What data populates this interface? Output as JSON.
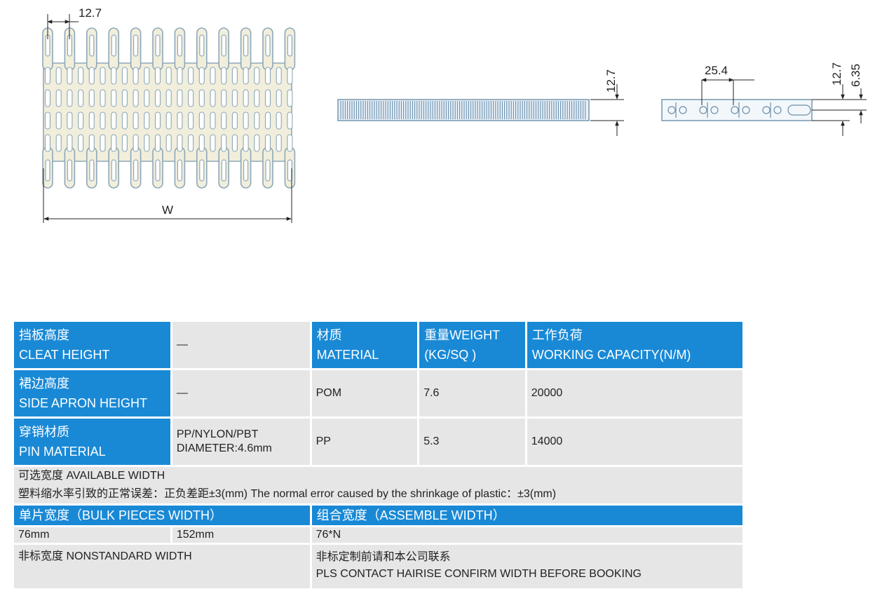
{
  "drawing": {
    "top_view": {
      "pitch_label": "12.7",
      "width_label": "W"
    },
    "side_view": {
      "height_label": "12.7"
    },
    "end_view": {
      "pitch_label": "25.4",
      "height_label": "12.7",
      "half_label": "6.35"
    }
  },
  "table": {
    "cleat_height": {
      "zh": "挡板高度",
      "en": "CLEAT HEIGHT",
      "value": "—"
    },
    "side_apron_height": {
      "zh": "裙边高度",
      "en": "SIDE APRON HEIGHT",
      "value": "—"
    },
    "pin_material": {
      "zh": "穿销材质",
      "en": "PIN MATERIAL",
      "value_line1": "PP/NYLON/PBT",
      "value_line2": "DIAMETER:4.6mm"
    },
    "columns": {
      "material": {
        "zh": "材质",
        "en": "MATERIAL"
      },
      "weight": {
        "zh": "重量WEIGHT",
        "en": "(KG/SQ )"
      },
      "capacity": {
        "zh": "工作负荷",
        "en": "WORKING CAPACITY(N/M)"
      }
    },
    "rows": [
      {
        "material": "POM",
        "weight": "7.6",
        "capacity": "20000"
      },
      {
        "material": "PP",
        "weight": "5.3",
        "capacity": "14000"
      }
    ],
    "available_width": {
      "title": "可选宽度 AVAILABLE WIDTH",
      "note": "塑料缩水率引致的正常误差：正负差距±3(mm)  The normal error caused by the shrinkage of plastic：±3(mm)"
    },
    "bulk_width": {
      "header": "单片宽度（BULK PIECES WIDTH）",
      "values": [
        "76mm",
        "152mm"
      ]
    },
    "assemble_width": {
      "header": "组合宽度（ASSEMBLE WIDTH）",
      "value": "76*N"
    },
    "nonstandard": {
      "label": "非标宽度 NONSTANDARD WIDTH",
      "zh": "非标定制前请和本公司联系",
      "en": "PLS CONTACT HAIRISE CONFIRM WIDTH BEFORE BOOKING"
    }
  }
}
